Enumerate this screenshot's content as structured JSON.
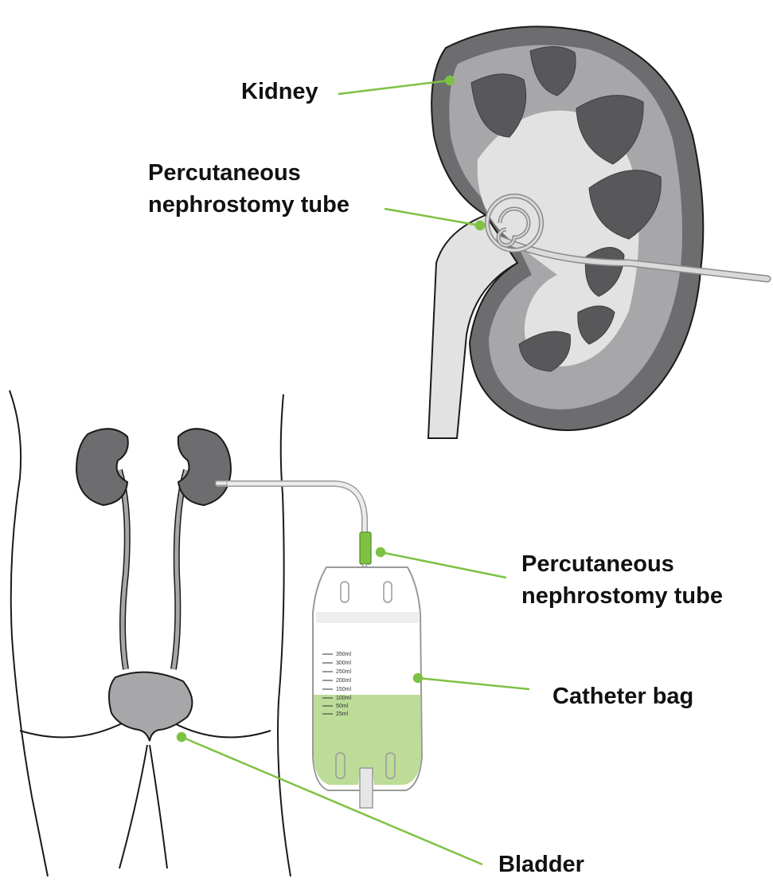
{
  "labels": {
    "kidney": "Kidney",
    "pnt_top_line1": "Percutaneous",
    "pnt_top_line2": "nephrostomy tube",
    "pnt_mid_line1": "Percutaneous",
    "pnt_mid_line2": "nephrostomy tube",
    "catheter_bag": "Catheter bag",
    "bladder": "Bladder"
  },
  "bag_scale": {
    "marks": [
      "350ml",
      "300ml",
      "250ml",
      "200ml",
      "150ml",
      "100ml",
      "50ml",
      "25ml"
    ]
  },
  "colors": {
    "leader_line": "#7dc242",
    "kidney_outer": "#6d6d6f",
    "kidney_cortex": "#a7a7a9",
    "pyramid": "#58585a",
    "sinus": "#e2e2e3",
    "urine": "#bcdc98",
    "connector": "#7dc242",
    "outline": "#1a1a1a"
  }
}
